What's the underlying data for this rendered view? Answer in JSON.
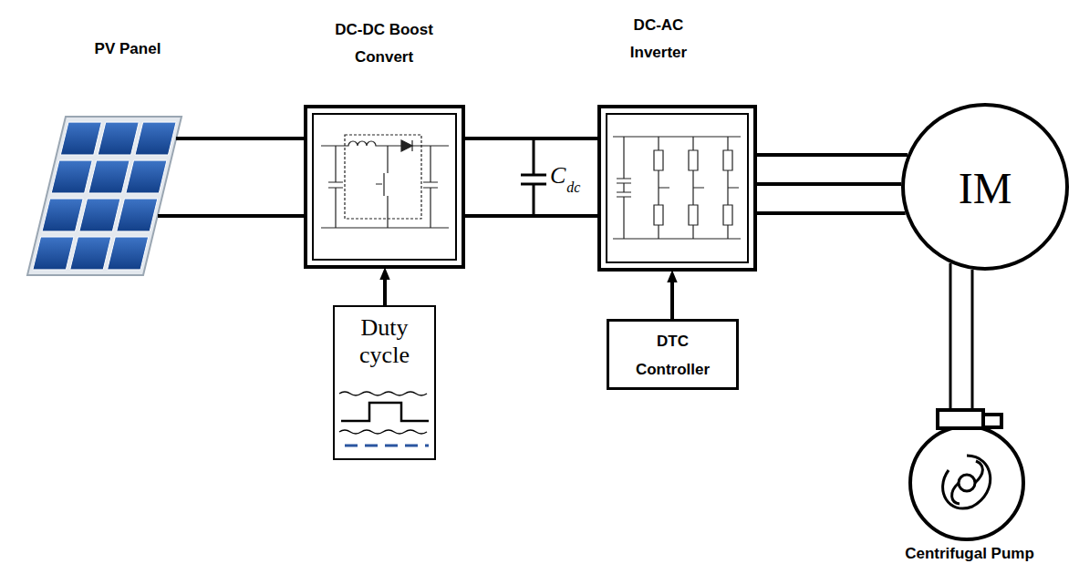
{
  "diagram": {
    "nodes": [
      {
        "text": [
          "PV Panel"
        ]
      },
      {
        "text": [
          "DC-DC Boost Convert"
        ]
      },
      {
        "text": [
          "Duty cycle"
        ]
      },
      {
        "text": [
          "DC-AC Inverter"
        ]
      },
      {
        "text": [
          "DTC Controller"
        ]
      },
      {
        "text": [
          "IM"
        ]
      },
      {
        "text": [
          "Centrifugal Pump"
        ]
      }
    ],
    "edges": [
      {
        "from": 0,
        "to": 1,
        "arrow": "none"
      },
      {
        "from": 1,
        "to": 3,
        "arrow": "none"
      },
      {
        "from": 2,
        "to": 1,
        "arrow": "to"
      },
      {
        "from": 4,
        "to": 3,
        "arrow": "to"
      },
      {
        "from": 3,
        "to": 5,
        "arrow": "none"
      },
      {
        "from": 5,
        "to": 6,
        "arrow": "none"
      }
    ],
    "labels": [
      "C",
      "dc"
    ]
  }
}
